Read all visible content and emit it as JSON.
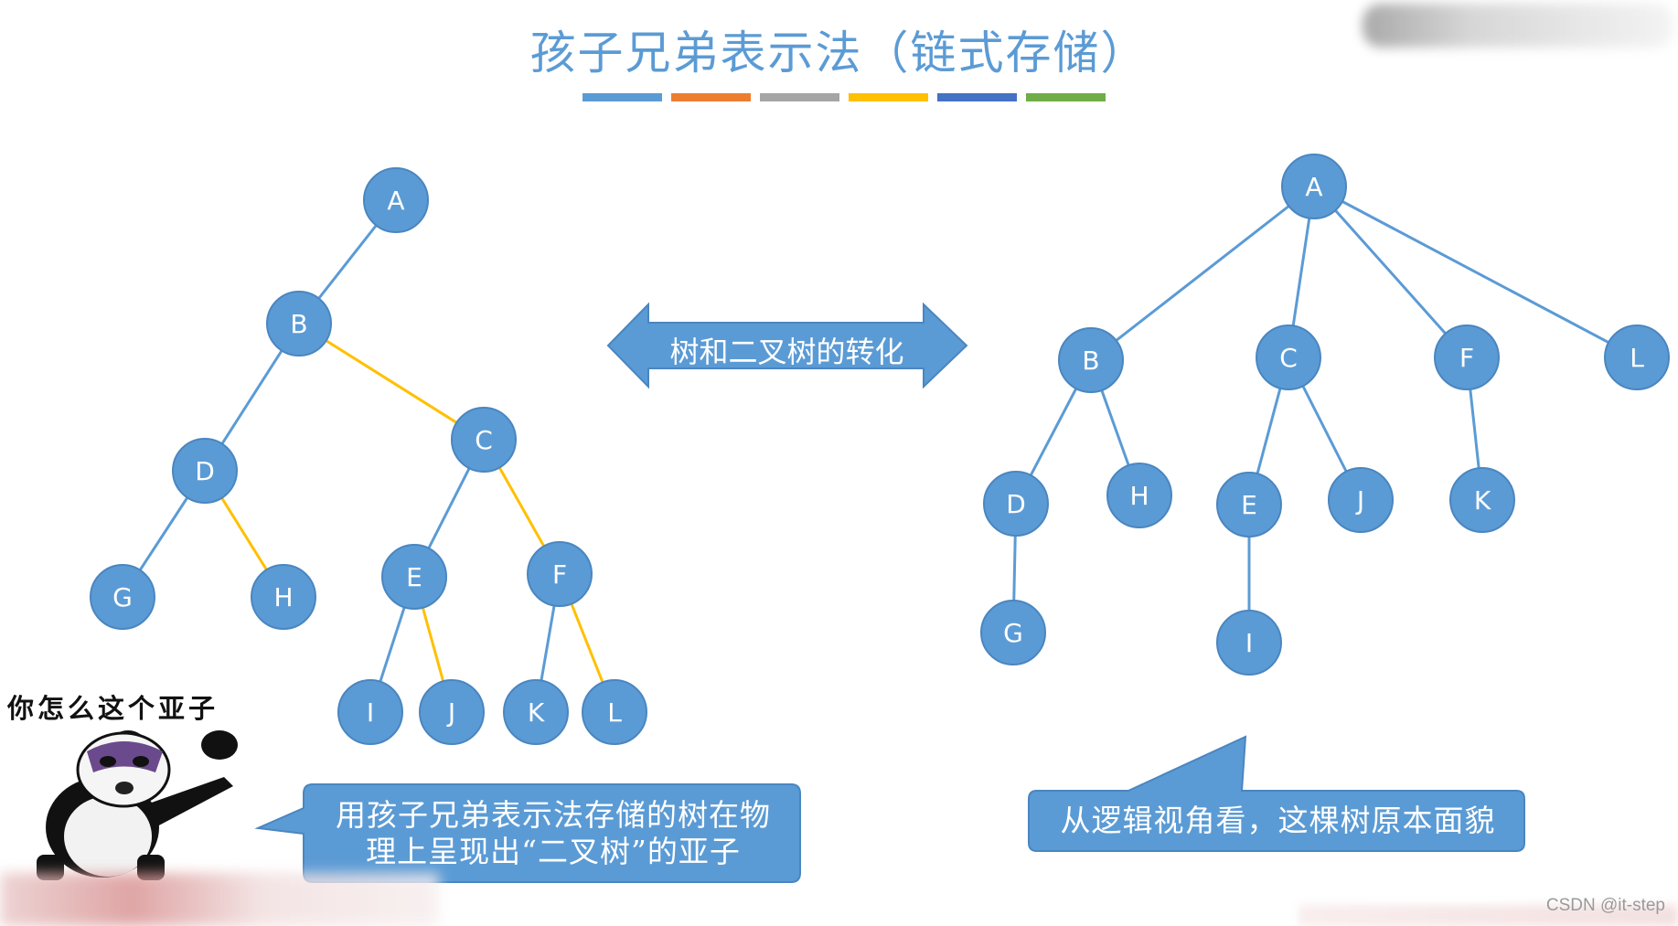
{
  "title": "孩子兄弟表示法（链式存储）",
  "title_bar_colors": [
    "#5b9bd5",
    "#ed7d31",
    "#a5a5a5",
    "#ffc000",
    "#4472c4",
    "#70ad47"
  ],
  "colors": {
    "node": "#5b9bd5",
    "edge_blue": "#5b9bd5",
    "edge_yellow": "#ffc000"
  },
  "arrow": {
    "label": "树和二叉树的转化"
  },
  "left_tree": {
    "nodes": [
      {
        "id": "A",
        "label": "A"
      },
      {
        "id": "B",
        "label": "B"
      },
      {
        "id": "C",
        "label": "C"
      },
      {
        "id": "D",
        "label": "D"
      },
      {
        "id": "E",
        "label": "E"
      },
      {
        "id": "F",
        "label": "F"
      },
      {
        "id": "G",
        "label": "G"
      },
      {
        "id": "H",
        "label": "H"
      },
      {
        "id": "I",
        "label": "I"
      },
      {
        "id": "J",
        "label": "J"
      },
      {
        "id": "K",
        "label": "K"
      },
      {
        "id": "L",
        "label": "L"
      }
    ],
    "edges": [
      {
        "from": "A",
        "to": "B",
        "kind": "child"
      },
      {
        "from": "B",
        "to": "D",
        "kind": "child"
      },
      {
        "from": "B",
        "to": "C",
        "kind": "sibling"
      },
      {
        "from": "D",
        "to": "G",
        "kind": "child"
      },
      {
        "from": "D",
        "to": "H",
        "kind": "sibling"
      },
      {
        "from": "C",
        "to": "E",
        "kind": "child"
      },
      {
        "from": "C",
        "to": "F",
        "kind": "sibling"
      },
      {
        "from": "E",
        "to": "I",
        "kind": "child"
      },
      {
        "from": "E",
        "to": "J",
        "kind": "sibling"
      },
      {
        "from": "F",
        "to": "K",
        "kind": "child"
      },
      {
        "from": "F",
        "to": "L",
        "kind": "sibling"
      }
    ]
  },
  "right_tree": {
    "nodes": [
      {
        "id": "A",
        "label": "A"
      },
      {
        "id": "B",
        "label": "B"
      },
      {
        "id": "C",
        "label": "C"
      },
      {
        "id": "F",
        "label": "F"
      },
      {
        "id": "L",
        "label": "L"
      },
      {
        "id": "D",
        "label": "D"
      },
      {
        "id": "H",
        "label": "H"
      },
      {
        "id": "E",
        "label": "E"
      },
      {
        "id": "J",
        "label": "J"
      },
      {
        "id": "K",
        "label": "K"
      },
      {
        "id": "G",
        "label": "G"
      },
      {
        "id": "I",
        "label": "I"
      }
    ],
    "edges": [
      {
        "from": "A",
        "to": "B"
      },
      {
        "from": "A",
        "to": "C"
      },
      {
        "from": "A",
        "to": "F"
      },
      {
        "from": "A",
        "to": "L"
      },
      {
        "from": "B",
        "to": "D"
      },
      {
        "from": "B",
        "to": "H"
      },
      {
        "from": "C",
        "to": "E"
      },
      {
        "from": "C",
        "to": "J"
      },
      {
        "from": "F",
        "to": "K"
      },
      {
        "from": "D",
        "to": "G"
      },
      {
        "from": "E",
        "to": "I"
      }
    ]
  },
  "left_callout": {
    "lines": [
      "用孩子兄弟表示法存储的树在物",
      "理上呈现出“二叉树”的亚子"
    ]
  },
  "right_callout": {
    "text": "从逻辑视角看，这棵树原本面貌"
  },
  "meme": {
    "caption": "你怎么这个亚子"
  },
  "watermark": "CSDN @it-step"
}
